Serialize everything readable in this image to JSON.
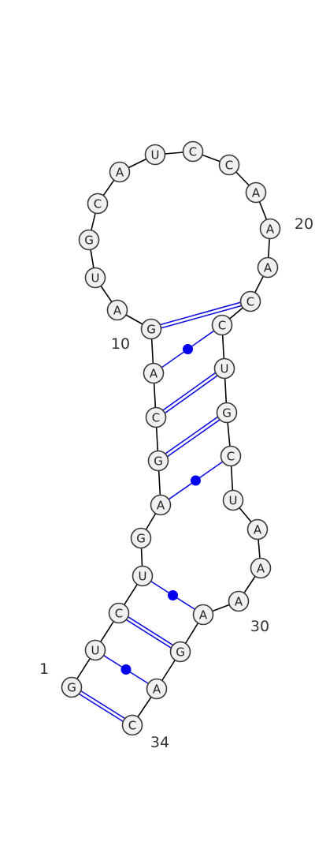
{
  "sequence": [
    "G",
    "U",
    "C",
    "U",
    "G",
    "A",
    "G",
    "C",
    "A",
    "G",
    "A",
    "U",
    "G",
    "C",
    "A",
    "U",
    "C",
    "C",
    "A",
    "A",
    "A",
    "C",
    "C",
    "U",
    "G",
    "C",
    "U",
    "A",
    "A",
    "A",
    "A",
    "G",
    "A",
    "C"
  ],
  "pairs": [
    {
      "i": 1,
      "j": 34,
      "type": "canonical"
    },
    {
      "i": 2,
      "j": 33,
      "type": "wobble"
    },
    {
      "i": 3,
      "j": 32,
      "type": "canonical"
    },
    {
      "i": 4,
      "j": 31,
      "type": "wobble"
    },
    {
      "i": 6,
      "j": 26,
      "type": "wobble"
    },
    {
      "i": 7,
      "j": 25,
      "type": "canonical"
    },
    {
      "i": 8,
      "j": 24,
      "type": "canonical"
    },
    {
      "i": 9,
      "j": 23,
      "type": "wobble"
    },
    {
      "i": 10,
      "j": 22,
      "type": "canonical"
    }
  ],
  "position_labels": [
    {
      "index": 1,
      "text": "1"
    },
    {
      "index": 10,
      "text": "10"
    },
    {
      "index": 20,
      "text": "20"
    },
    {
      "index": 30,
      "text": "30"
    },
    {
      "index": 34,
      "text": "34"
    }
  ],
  "colors": {
    "backbone": "#000000",
    "pair": "#1010e0",
    "node_fill": "#f0f0f0",
    "node_stroke": "#3a3a3a"
  }
}
